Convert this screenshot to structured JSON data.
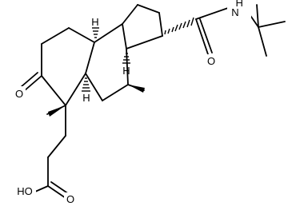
{
  "molecule": {
    "atoms": {
      "nh": "H\nN",
      "carbonyl_o": "O",
      "ketone_o": "O",
      "acid_oh": "HO",
      "acid_o": "O",
      "h_top": "H",
      "h_mid": "H",
      "h_low": "H"
    },
    "bond_color": "#000000",
    "background": "#ffffff"
  }
}
